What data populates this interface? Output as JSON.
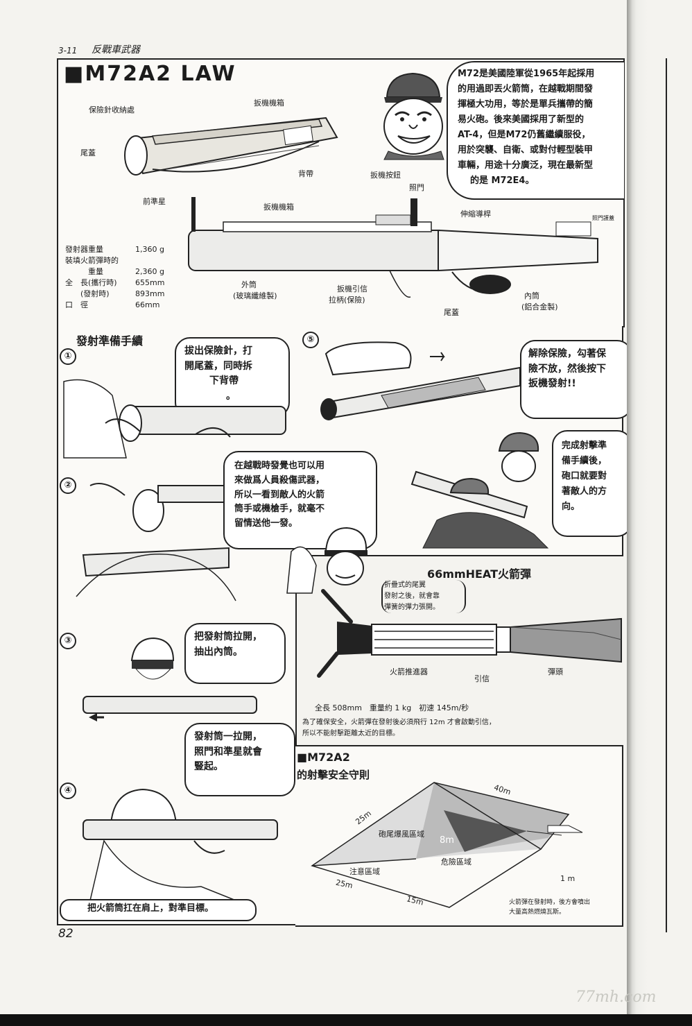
{
  "header": {
    "section": "3-11",
    "chapter": "反戰車武器"
  },
  "title": "■M72A2 LAW",
  "intro_bubble": [
    "M72是美國陸軍從1965年起採用",
    "的用過即丟火箭筒，在越戰期間發",
    "揮極大功用，等於是單兵攜帶的簡",
    "易火砲。後來美國採用了新型的",
    "AT-4，但是M72仍舊繼續服役，",
    "用於突襲、自衛、或對付輕型裝甲",
    "車輛，用途十分廣泛，現在最新型",
    "的是 M72E4。"
  ],
  "top_diagram_labels": {
    "pin_storage": "保險針收納處",
    "trigger_housing_top": "扳機機箱",
    "end_cap": "尾蓋",
    "sling": "背帶",
    "trigger_button": "扳機按鈕",
    "rear_sight": "照門",
    "front_sight": "前準星",
    "trigger_housing": "扳機機箱",
    "telescoping_rod": "伸縮導桿",
    "rear_sight_cover": "照門護蓋",
    "outer_tube": "外筒",
    "outer_tube_note": "(玻璃纖維製)",
    "trigger_pull": "扳機引信",
    "trigger_pull_note": "拉柄(保險)",
    "rear_cap": "尾蓋",
    "inner_tube": "內筒",
    "inner_tube_note": "(鋁合金製)"
  },
  "specs": [
    {
      "label": "發射器重量",
      "value": "1,360 g"
    },
    {
      "label": "裝填火箭彈時的",
      "value": ""
    },
    {
      "label": "　　　重量",
      "value": "2,360 g"
    },
    {
      "label": "全　長(攜行時)",
      "value": "655mm"
    },
    {
      "label": "　　(發射時)",
      "value": "893mm"
    },
    {
      "label": "口　徑",
      "value": "66mm"
    }
  ],
  "prep_title": "發射準備手續",
  "steps": [
    "①",
    "②",
    "③",
    "④",
    "⑤"
  ],
  "bubble1": [
    "拔出保險針，打",
    "開尾蓋，同時拆",
    "下背帶",
    "。"
  ],
  "bubble5": [
    "解除保險，勾著保",
    "險不放，然後按下",
    "扳機發射!!"
  ],
  "bubble_vietnam": [
    "在越戰時發覺也可以用",
    "來做爲人員殺傷武器，",
    "所以一看到敵人的火箭",
    "筒手或機槍手，就毫不",
    "留情送他一發。"
  ],
  "bubble_complete": [
    "完成射擊準",
    "備手續後，",
    "砲口就要對",
    "著敵人的方",
    "向。"
  ],
  "bubble3": [
    "把發射筒拉開，",
    "抽出內筒。"
  ],
  "bubble3b": [
    "發射筒一拉開，",
    "照門和準星就會",
    "豎起。"
  ],
  "bubble4": "把火箭筒扛在肩上，對準目標。",
  "heat": {
    "title": "66mmHEAT火箭彈",
    "fin_note": [
      "折疊式的尾翼",
      "發射之後，就會靠",
      "彈簧的彈力張開。"
    ],
    "motor": "火箭推進器",
    "fuze": "引信",
    "warhead": "彈頭",
    "stats": "全長 508mm　重量約 1 kg　初速 145m/秒",
    "safety_note": [
      "為了確保安全，火箭彈在發射後必須飛行 12m 才會啟動引信，",
      "所以不能射擊距離太近的目標。"
    ]
  },
  "safety": {
    "title": "■M72A2",
    "subtitle": "的射擊安全守則",
    "d40": "40m",
    "d25a": "25m",
    "d25b": "25m",
    "d15": "15m",
    "d8": "8m",
    "d1": "1 m",
    "backblast": "砲尾爆風區域",
    "caution": "注意區域",
    "danger": "危險區域",
    "note": [
      "火箭彈在發射時，後方會噴出",
      "大量高熱燃燒瓦斯。"
    ]
  },
  "page_number": "82",
  "watermark": "77mh.com"
}
